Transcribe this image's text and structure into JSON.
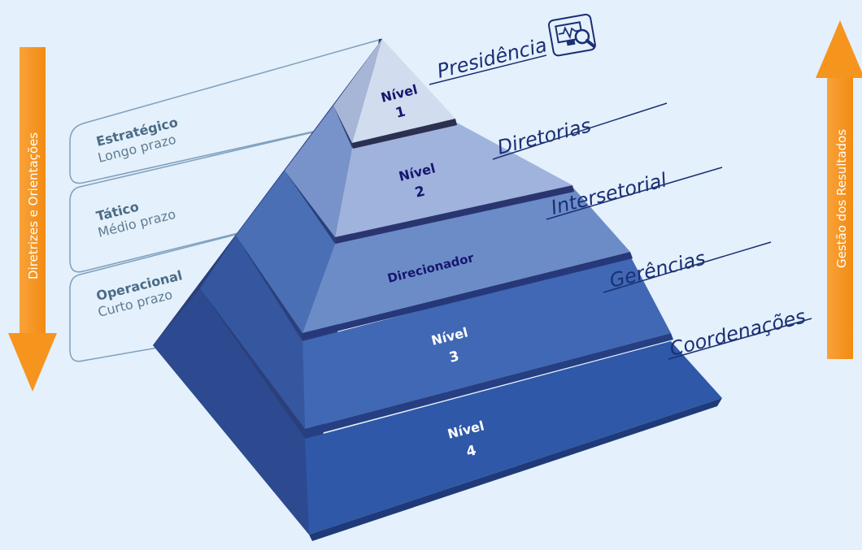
{
  "left_arrow_label": "Diretrizes e Orientações",
  "right_arrow_label": "Gestão dos Resultados",
  "bands": [
    {
      "title": "Estratégico",
      "subtitle": "Longo prazo"
    },
    {
      "title": "Tático",
      "subtitle": "Médio prazo"
    },
    {
      "title": "Operacional",
      "subtitle": "Curto prazo"
    }
  ],
  "pyramid_levels": [
    {
      "line1": "Nível",
      "line2": "1"
    },
    {
      "line1": "Nível",
      "line2": "2"
    },
    {
      "line1": "Direcionador",
      "line2": ""
    },
    {
      "line1": "Nível",
      "line2": "3"
    },
    {
      "line1": "Nível",
      "line2": "4"
    }
  ],
  "right_labels": [
    "Presidência",
    "Diretorias",
    "Intersetorial",
    "Gerências",
    "Coordenações"
  ],
  "icon": "monitor-search-icon",
  "colors": {
    "background": "#e4f0fb",
    "arrow_orange": "#f7941d",
    "pyramid_dark": "#2a4f9e",
    "pyramid_light": "#c5d5ec",
    "text_navy": "#16166e"
  }
}
